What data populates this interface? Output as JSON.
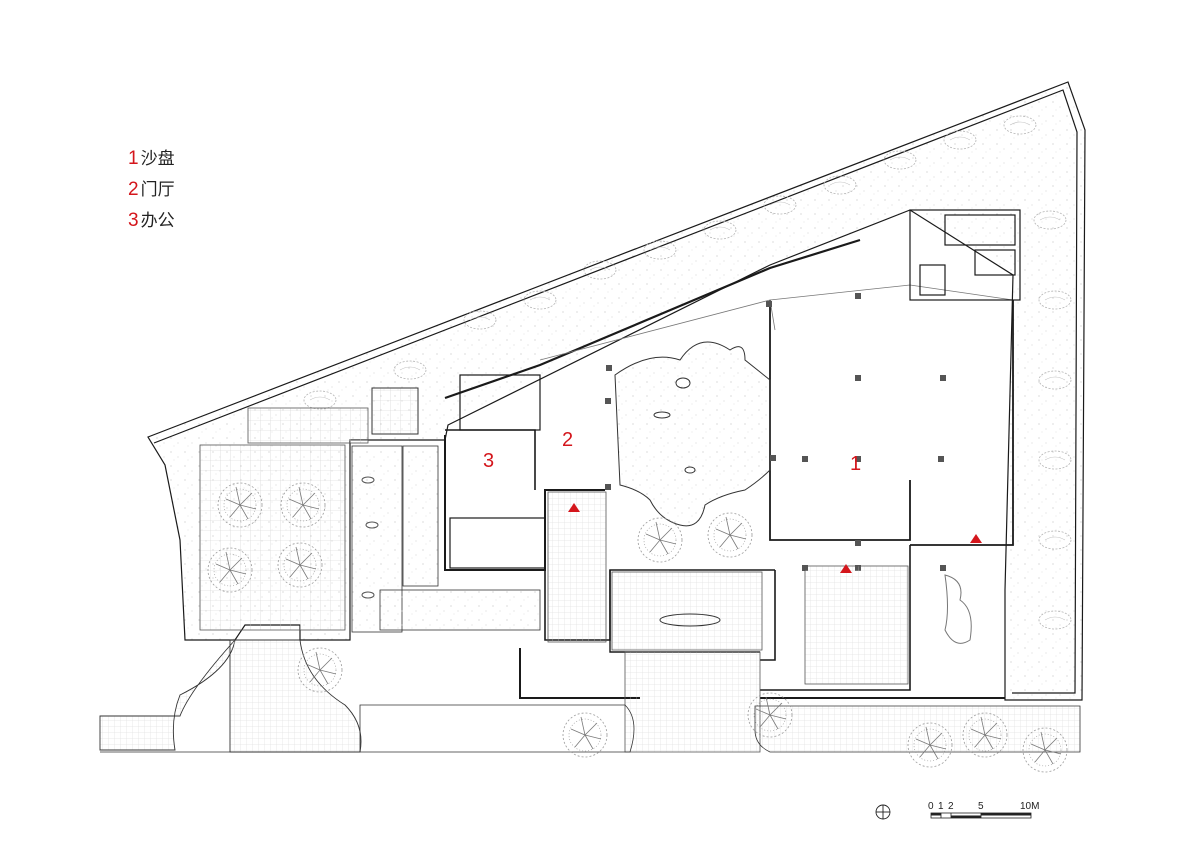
{
  "legend": {
    "items": [
      {
        "num": "1",
        "label": "沙盘"
      },
      {
        "num": "2",
        "label": "门厅"
      },
      {
        "num": "3",
        "label": "办公"
      }
    ]
  },
  "rooms": [
    {
      "id": "1",
      "name": "沙盘"
    },
    {
      "id": "2",
      "name": "门厅"
    },
    {
      "id": "3",
      "name": "办公"
    }
  ],
  "scale_bar": {
    "ticks": [
      "0",
      "1",
      "2",
      "5",
      "10M"
    ]
  },
  "colors": {
    "accent": "#d4161c",
    "line": "#1a1a1a",
    "hatch": "#c8c8c8",
    "foliage": "#b0b0b0"
  },
  "icons": {
    "compass": "north-arrow-icon",
    "entrance": "entrance-triangle-icon"
  }
}
